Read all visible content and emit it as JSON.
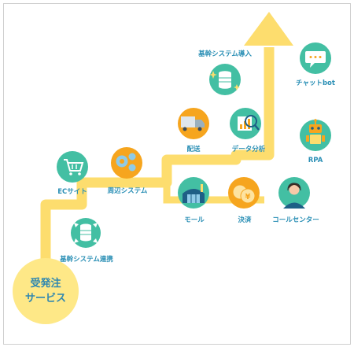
{
  "start": {
    "line1": "受発注",
    "line2": "サービス"
  },
  "labels": {
    "kikan_renkei": "基幹システム連携",
    "ec": "ECサイト",
    "shuhen": "周辺システム",
    "haiso": "配送",
    "data_bunseki": "データ分析",
    "kikan_donyu": "基幹システム導入",
    "mall": "モール",
    "kessai": "決済",
    "call_center": "コールセンター",
    "chatbot": "チャットbot",
    "rpa": "RPA"
  },
  "colors": {
    "path_yellow": "#fddd6e",
    "label_blue": "#2a8fb5",
    "teal": "#43bfa3",
    "orange": "#f6a51e",
    "light_blue": "#8fcbe8",
    "navy": "#1e5f86"
  }
}
